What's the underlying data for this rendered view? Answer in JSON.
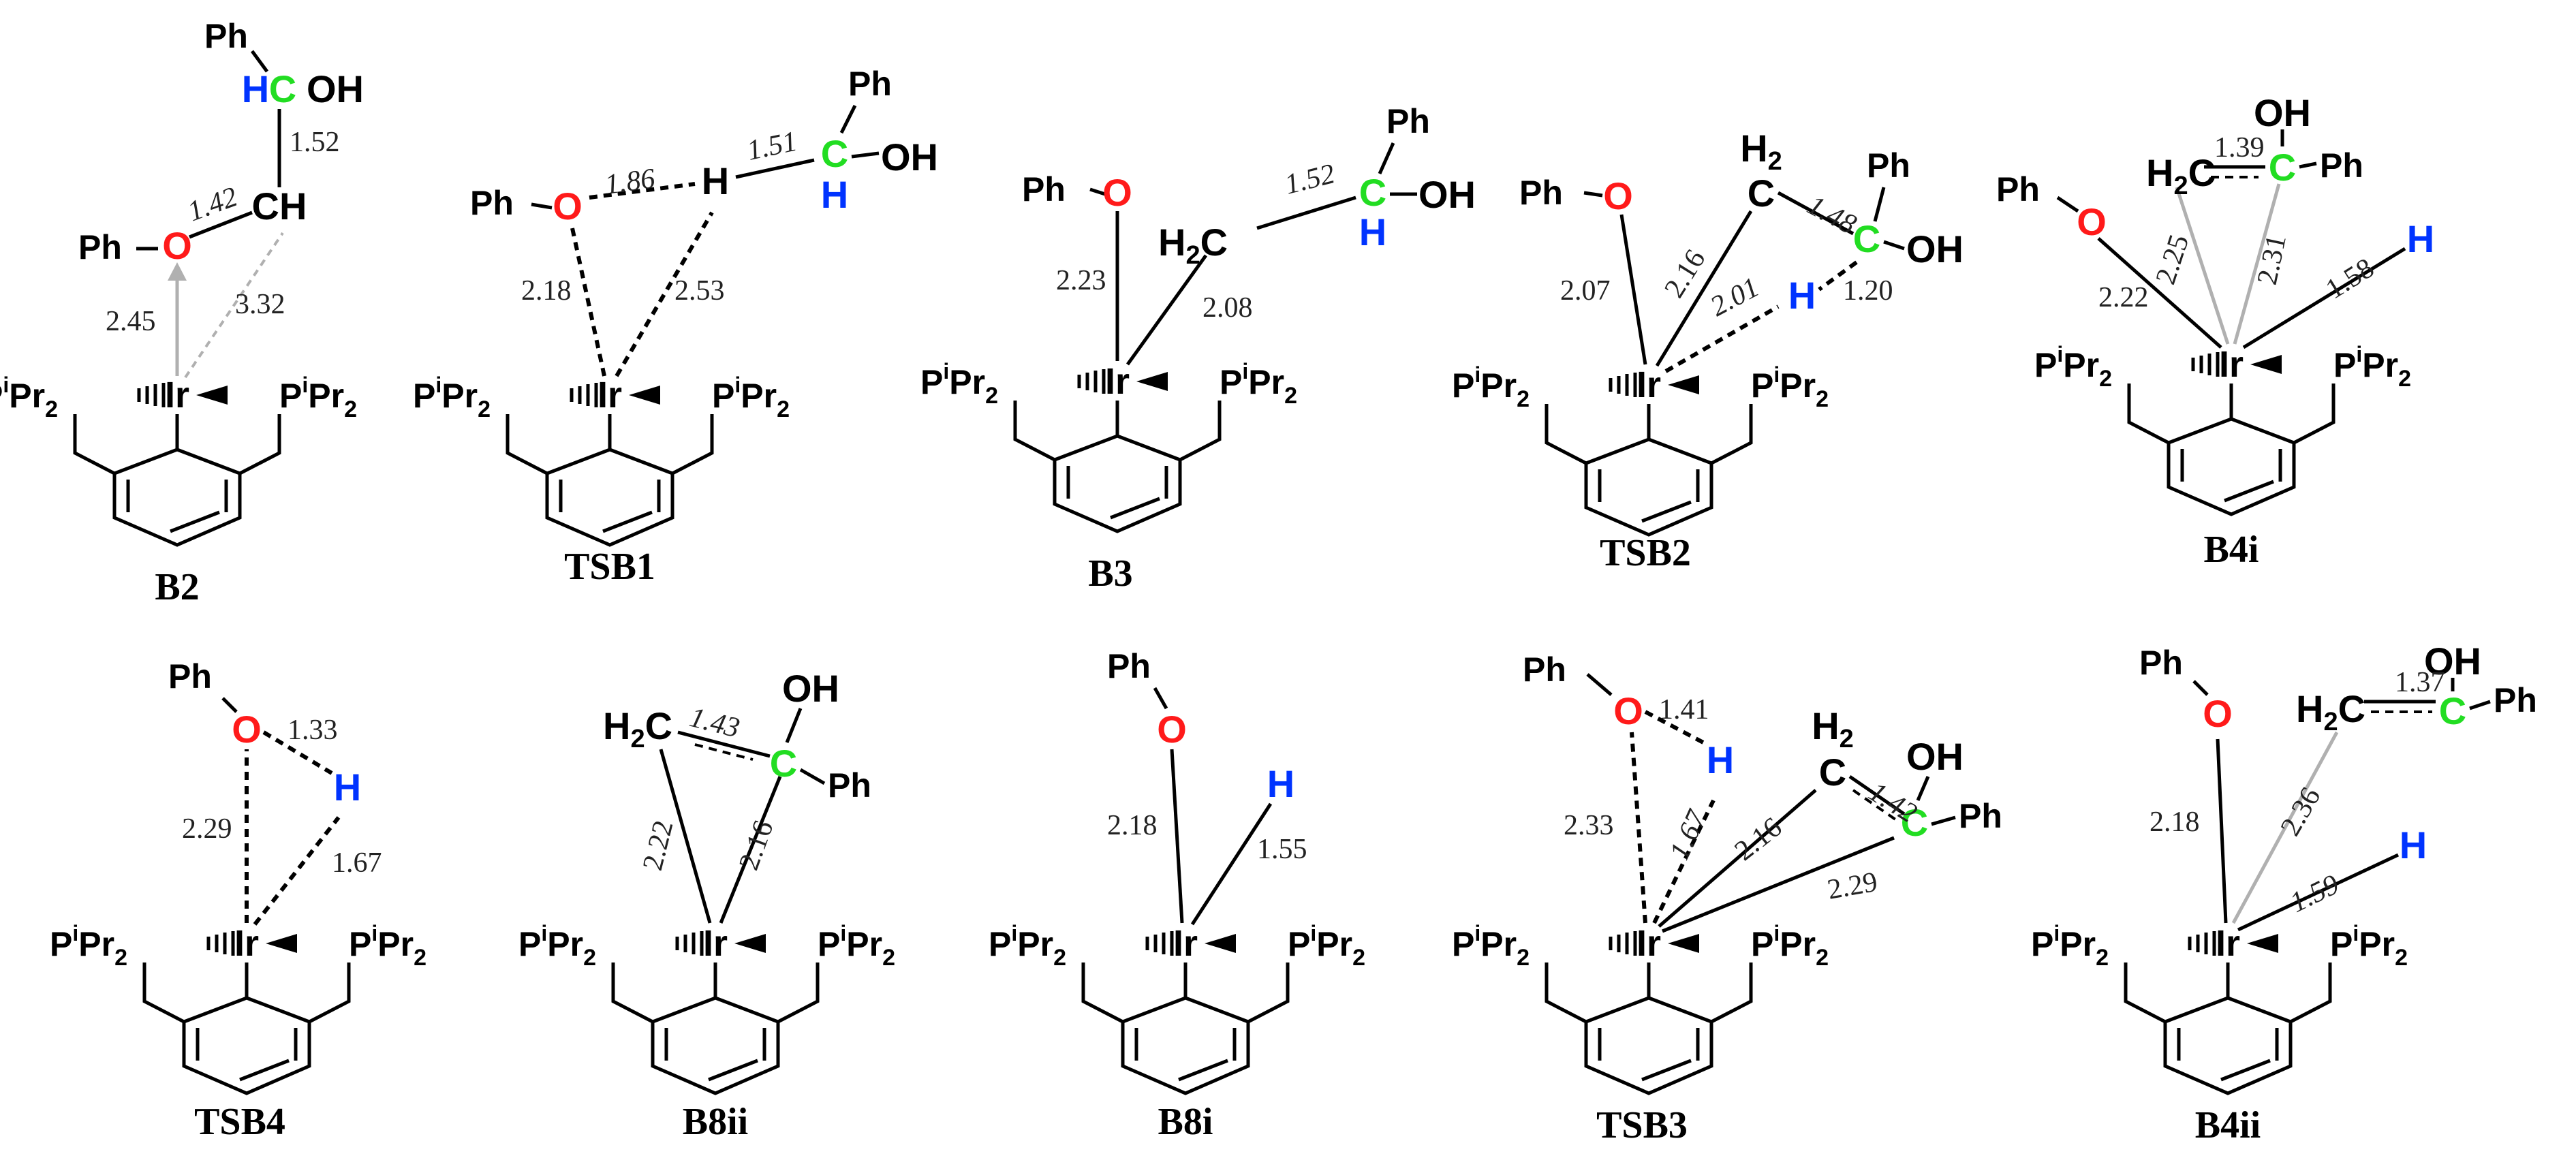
{
  "colors": {
    "oxygen": "#ff1a1a",
    "hydrogen": "#0033ff",
    "carbon_highlight": "#22dd22",
    "bond": "#000000",
    "weak_bond": "#b0b0b0"
  },
  "atoms": {
    "ph": "Ph",
    "o": "O",
    "h": "H",
    "c": "C",
    "ch": "CH",
    "oh": "OH",
    "h2": "H",
    "h2c": "H",
    "ir": "Ir",
    "p_left": "P",
    "p_right": "P",
    "p_sup": "i",
    "pr": "Pr",
    "sub2": "2"
  },
  "structures": [
    {
      "label": "B2",
      "distances": [
        "1.52",
        "1.42",
        "2.45",
        "3.32"
      ]
    },
    {
      "label": "TSB1",
      "distances": [
        "1.86",
        "1.51",
        "2.18",
        "2.53"
      ]
    },
    {
      "label": "B3",
      "distances": [
        "1.52",
        "2.23",
        "2.08"
      ]
    },
    {
      "label": "TSB2",
      "distances": [
        "1.48",
        "2.07",
        "2.16",
        "2.01",
        "1.20"
      ]
    },
    {
      "label": "B4i",
      "distances": [
        "1.39",
        "2.25",
        "2.31",
        "1.58",
        "2.22"
      ]
    },
    {
      "label": "TSB4",
      "distances": [
        "1.33",
        "2.29",
        "1.67"
      ]
    },
    {
      "label": "B8ii",
      "distances": [
        "1.43",
        "2.22",
        "2.16"
      ]
    },
    {
      "label": "B8i",
      "distances": [
        "2.18",
        "1.55"
      ]
    },
    {
      "label": "TSB3",
      "distances": [
        "1.41",
        "2.33",
        "1.67",
        "1.42",
        "2.16",
        "2.29"
      ]
    },
    {
      "label": "B4ii",
      "distances": [
        "1.37",
        "2.18",
        "2.36",
        "1.59"
      ]
    }
  ]
}
